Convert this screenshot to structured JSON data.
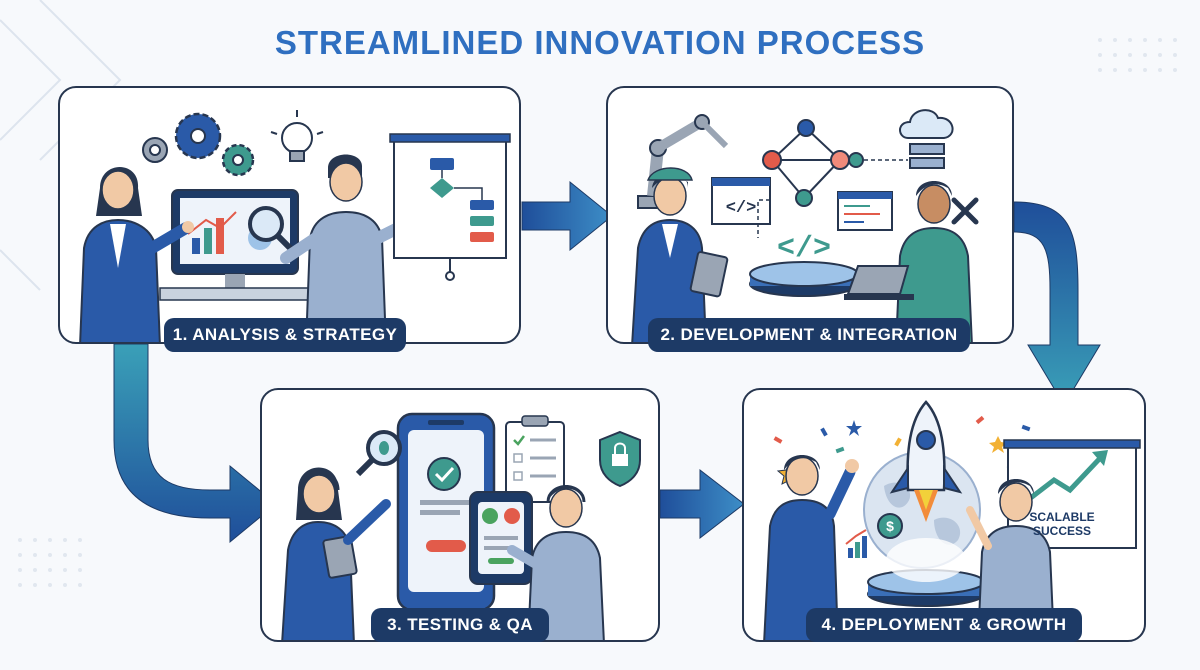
{
  "title": "STREAMLINED INNOVATION PROCESS",
  "steps": [
    {
      "label": "1. ANALYSIS & STRATEGY"
    },
    {
      "label": "2. DEVELOPMENT & INTEGRATION"
    },
    {
      "label": "3. TESTING & QA"
    },
    {
      "label": "4. DEPLOYMENT & GROWTH"
    }
  ],
  "board": {
    "line1": "SCALABLE",
    "line2": "SUCCESS"
  },
  "code_glyph": "</>",
  "currency_glyph": "$",
  "colors": {
    "title": "#2f6fc0",
    "navy": "#1d3a66",
    "outline": "#27364f",
    "blue": "#3a6fb8",
    "teal": "#3e9a8e",
    "red": "#e25b4a",
    "green": "#4aa35f",
    "arrow_dark": "#1f4e9a",
    "arrow_light": "#3d8ec7"
  }
}
